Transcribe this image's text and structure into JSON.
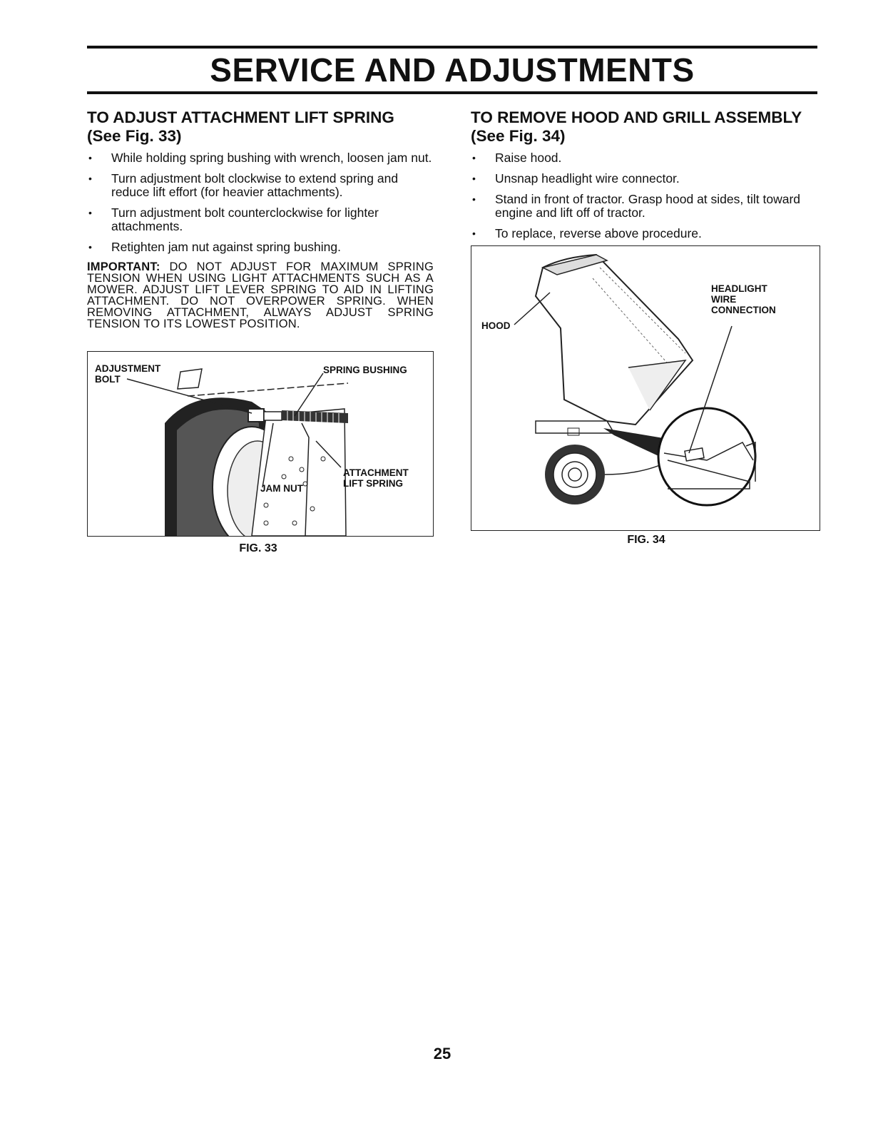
{
  "page": {
    "title": "SERVICE AND ADJUSTMENTS",
    "page_number": "25"
  },
  "left": {
    "heading_line1": "TO ADJUST ATTACHMENT LIFT SPRING",
    "heading_line2": "(See Fig. 33)",
    "bullets": [
      "While holding spring bushing with wrench, loosen jam nut.",
      "Turn adjustment bolt clockwise to extend spring and reduce lift effort (for heavier attachments).",
      "Turn adjustment bolt counterclockwise for lighter attachments.",
      "Retighten jam nut against spring bushing."
    ],
    "important_label": "IMPORTANT:",
    "important_text": "DO NOT ADJUST FOR MAXIMUM SPRING TENSION WHEN USING LIGHT ATTACHMENTS SUCH AS A MOWER. ADJUST LIFT LEVER SPRING TO AID IN LIFTING ATTACHMENT. DO NOT OVERPOWER SPRING. WHEN REMOVING ATTACHMENT, ALWAYS ADJUST SPRING TENSION TO ITS LOWEST POSITION.",
    "figure": {
      "label_adjustment": "ADJUSTMENT",
      "label_bolt": "BOLT",
      "label_spring_bushing": "SPRING BUSHING",
      "label_attachment": "ATTACHMENT",
      "label_lift_spring": "LIFT SPRING",
      "label_jam_nut": "JAM NUT",
      "caption": "FIG. 33"
    }
  },
  "right": {
    "heading_line1": "TO REMOVE HOOD AND GRILL ASSEMBLY",
    "heading_line2": "(See Fig. 34)",
    "bullets": [
      "Raise hood.",
      "Unsnap headlight wire connector.",
      "Stand in front of tractor. Grasp hood at sides, tilt toward engine and lift off of tractor.",
      "To replace, reverse above procedure."
    ],
    "figure": {
      "label_hood": "HOOD",
      "label_headlight": "HEADLIGHT",
      "label_wire": "WIRE",
      "label_connection": "CONNECTION",
      "caption": "FIG. 34"
    }
  }
}
